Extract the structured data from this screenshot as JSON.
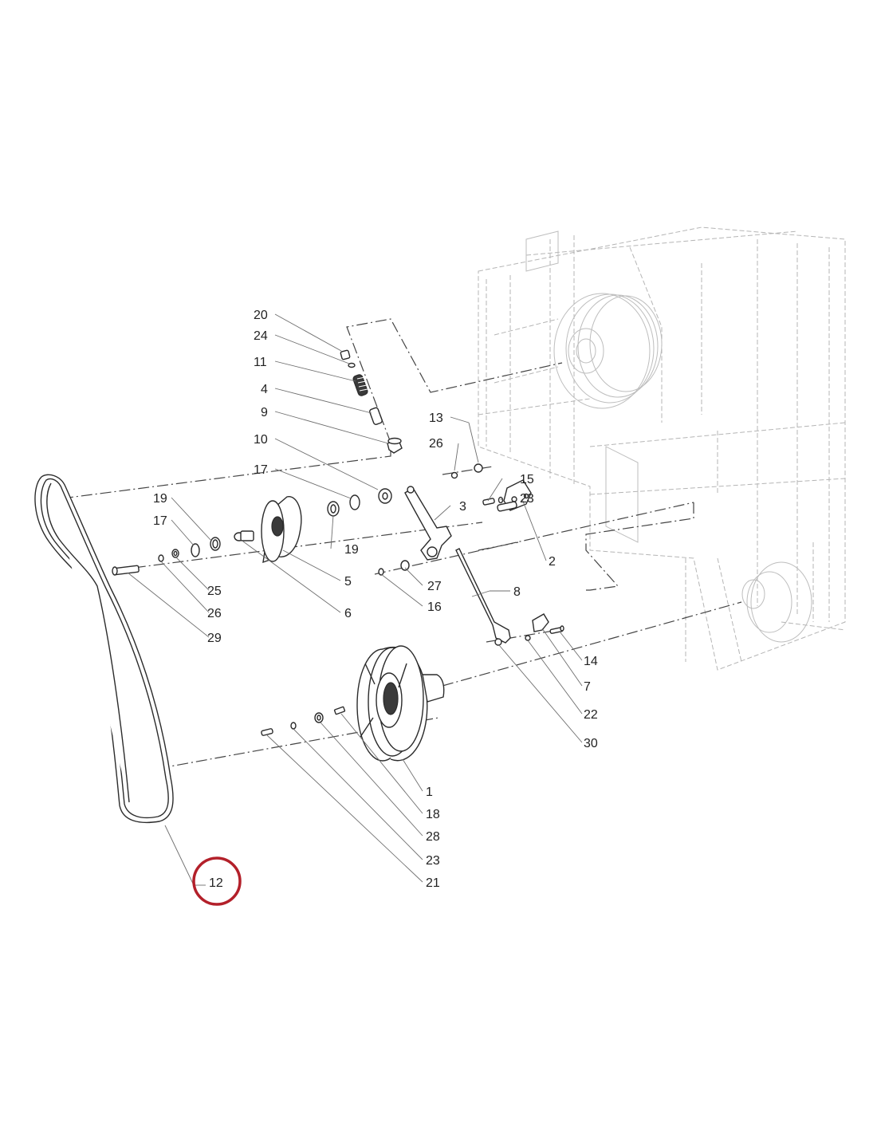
{
  "diagram": {
    "callouts": [
      {
        "id": "c20",
        "label": "20"
      },
      {
        "id": "c24",
        "label": "24"
      },
      {
        "id": "c11",
        "label": "11"
      },
      {
        "id": "c4",
        "label": "4"
      },
      {
        "id": "c9",
        "label": "9"
      },
      {
        "id": "c10",
        "label": "10"
      },
      {
        "id": "c17a",
        "label": "17"
      },
      {
        "id": "c13",
        "label": "13"
      },
      {
        "id": "c26a",
        "label": "26"
      },
      {
        "id": "c15",
        "label": "15"
      },
      {
        "id": "c23a",
        "label": "23"
      },
      {
        "id": "c3",
        "label": "3"
      },
      {
        "id": "c19a",
        "label": "19"
      },
      {
        "id": "c17b",
        "label": "17"
      },
      {
        "id": "c19b",
        "label": "19"
      },
      {
        "id": "c2",
        "label": "2"
      },
      {
        "id": "c5",
        "label": "5"
      },
      {
        "id": "c27",
        "label": "27"
      },
      {
        "id": "c25",
        "label": "25"
      },
      {
        "id": "c8",
        "label": "8"
      },
      {
        "id": "c16",
        "label": "16"
      },
      {
        "id": "c26b",
        "label": "26"
      },
      {
        "id": "c6",
        "label": "6"
      },
      {
        "id": "c29",
        "label": "29"
      },
      {
        "id": "c14",
        "label": "14"
      },
      {
        "id": "c7",
        "label": "7"
      },
      {
        "id": "c22",
        "label": "22"
      },
      {
        "id": "c30",
        "label": "30"
      },
      {
        "id": "c1",
        "label": "1"
      },
      {
        "id": "c18",
        "label": "18"
      },
      {
        "id": "c28",
        "label": "28"
      },
      {
        "id": "c23b",
        "label": "23"
      },
      {
        "id": "c21",
        "label": "21"
      },
      {
        "id": "c12",
        "label": "12"
      }
    ],
    "highlight": {
      "label": "12",
      "color": "#b3202a"
    },
    "colors": {
      "line": "#2b2b2b",
      "leader": "#6e6e6e",
      "background_machine": "#b5b5b5"
    }
  }
}
